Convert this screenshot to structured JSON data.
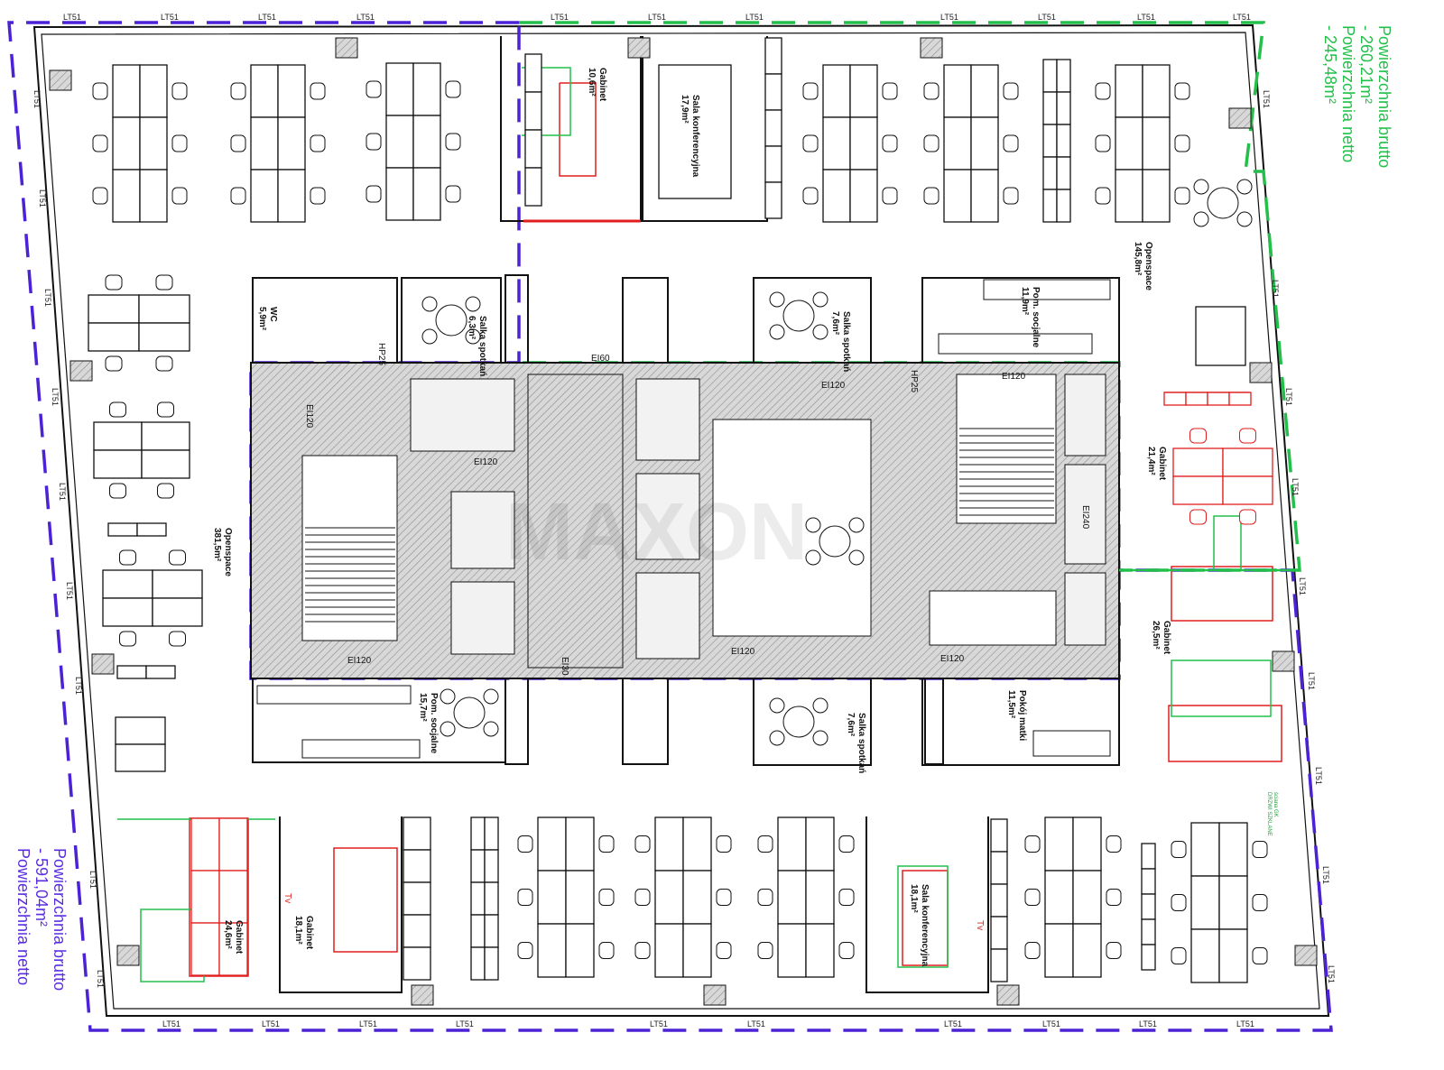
{
  "plan": {
    "perimeter_marker": "LT51",
    "watermark": "MAXON",
    "colors": {
      "wall": "#111111",
      "hatch": "#9a9a9a",
      "green": "#22c04a",
      "blue": "#4b22d6",
      "red": "#e01e1e"
    },
    "area_notes": {
      "green": {
        "line1": "Powierzchnia brutto",
        "line2": "- 260,21m²",
        "line3": "Powierzchnia netto",
        "line4": "- 245,48m²"
      },
      "blue": {
        "line1": "Powierzchnia brutto",
        "line2": "- 591,04m²",
        "line3": "Powierzchnia netto"
      }
    },
    "rooms": [
      {
        "name": "Gabinet",
        "area": "10,6m²"
      },
      {
        "name": "Sala konferencyjna",
        "area": "17,9m²"
      },
      {
        "name": "WC",
        "area": "5,9m²"
      },
      {
        "name": "Salka spotkań",
        "area": "6,3m²"
      },
      {
        "name": "Salka spotkań",
        "area": "7,6m²"
      },
      {
        "name": "Pom. socjalne",
        "area": "11,9m²"
      },
      {
        "name": "Openspace",
        "area": "145,8m²"
      },
      {
        "name": "Gabinet",
        "area": "21,4m²"
      },
      {
        "name": "Gabinet",
        "area": "26,5m²"
      },
      {
        "name": "Openspace",
        "area": "381,5m²"
      },
      {
        "name": "Pom. socjalne",
        "area": "15,7m²"
      },
      {
        "name": "Salka spotkań",
        "area": "7,6m²"
      },
      {
        "name": "Pokój matki",
        "area": "11,5m²"
      },
      {
        "name": "Gabinet",
        "area": "24,6m²"
      },
      {
        "name": "Gabinet",
        "area": "18,1m²"
      },
      {
        "name": "Sala konferencyjna",
        "area": "18,1m²"
      }
    ],
    "notes": {
      "glass_wall_1": "ściana GK",
      "glass_wall_2": "DRZWI SZKLANE",
      "tv": "Tv"
    },
    "fire_codes": {
      "ei120": "EI120",
      "ei60": "EI60",
      "ei240": "EI240",
      "ei30": "EI30",
      "hp25": "HP25"
    }
  }
}
